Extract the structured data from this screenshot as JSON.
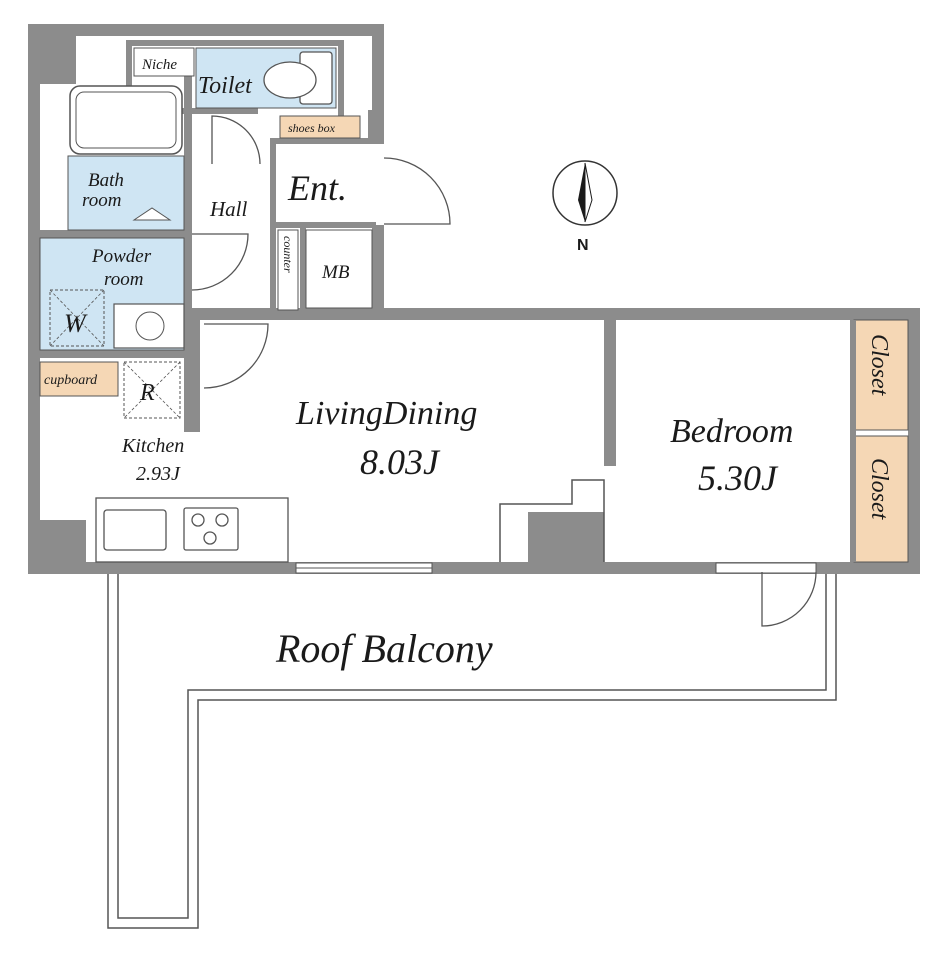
{
  "compass": {
    "label": "N"
  },
  "rooms": {
    "niche": "Niche",
    "toilet": "Toilet",
    "shoes_box": "shoes box",
    "entrance": "Ent.",
    "bath_line1": "Bath",
    "bath_line2": "room",
    "hall": "Hall",
    "powder_line1": "Powder",
    "powder_line2": "room",
    "washer": "W",
    "counter": "counter",
    "mb": "MB",
    "cupboard": "cupboard",
    "fridge": "R",
    "kitchen_name": "Kitchen",
    "kitchen_size": "2.93J",
    "living_name": "LivingDining",
    "living_size": "8.03J",
    "bedroom_name": "Bedroom",
    "bedroom_size": "5.30J",
    "closet_1": "Closet",
    "closet_2": "Closet",
    "balcony": "Roof Balcony"
  },
  "colors": {
    "wall": "#8c8c8c",
    "wet_area": "#cfe5f3",
    "storage": "#f5d7b5",
    "line": "#444444"
  }
}
